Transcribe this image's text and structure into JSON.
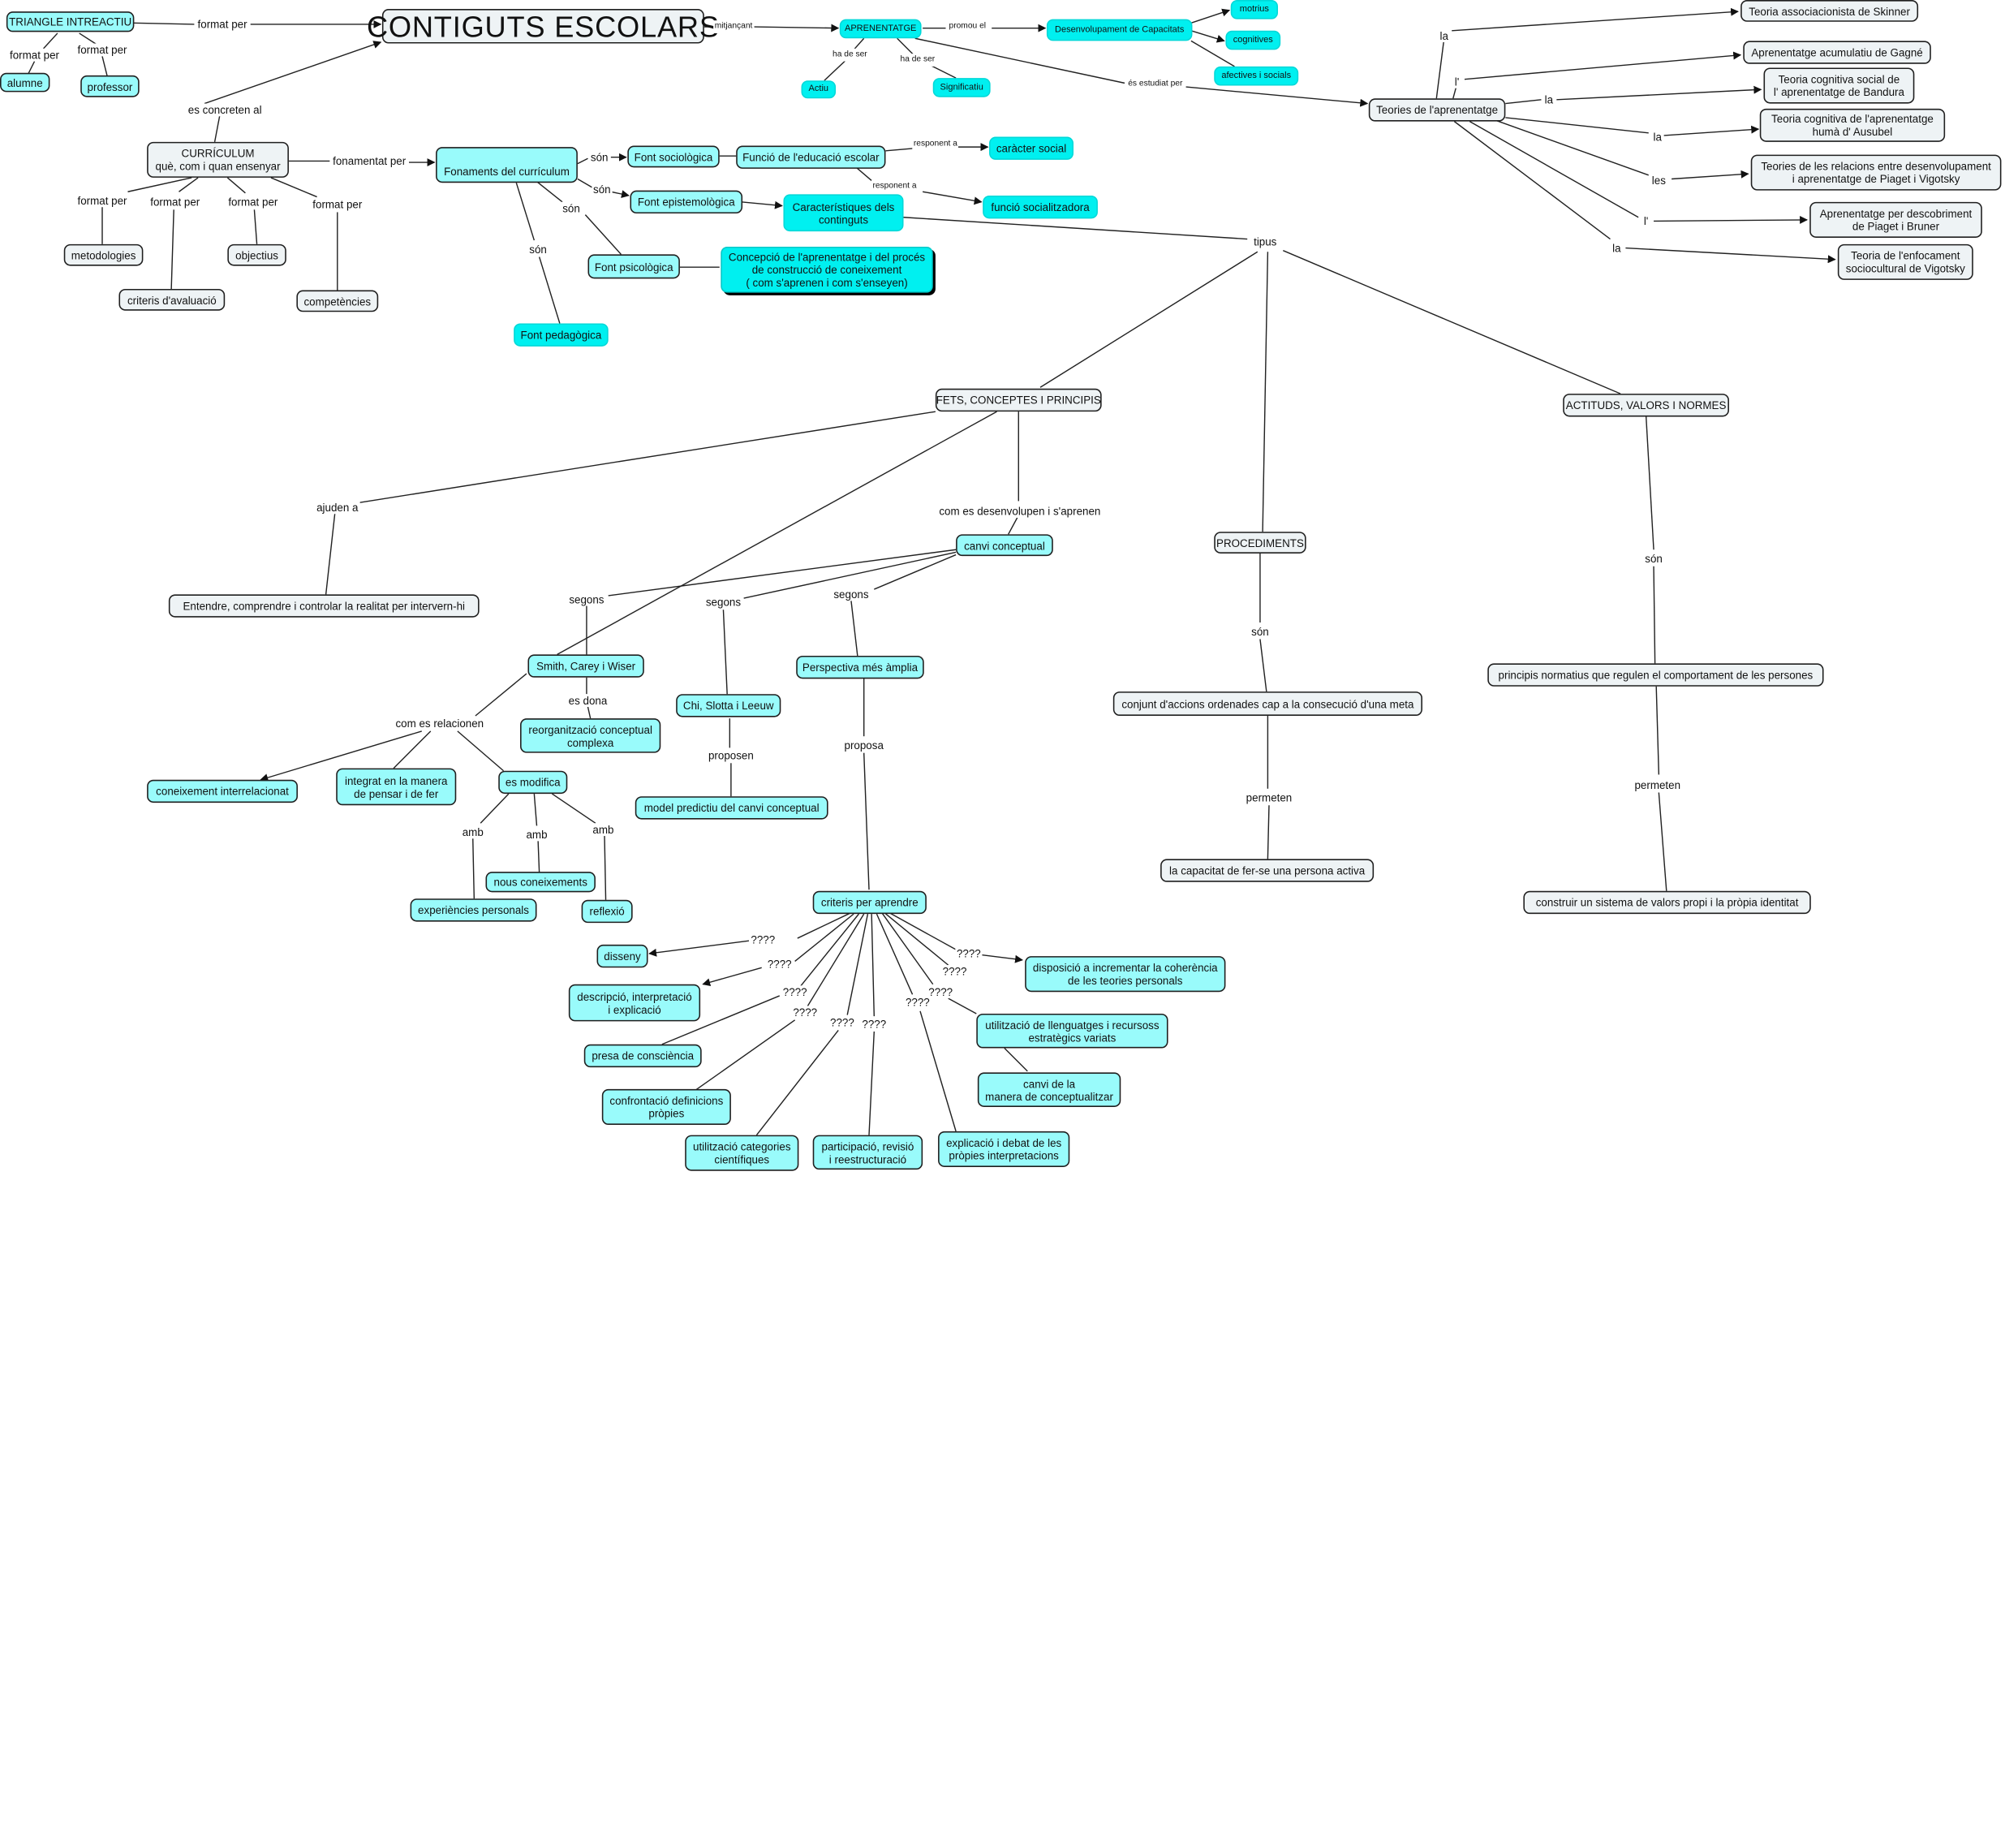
{
  "diagram": {
    "nodes": [
      {
        "id": "triangle",
        "text": "TRIANGLE INTREACTIU",
        "style": "c"
      },
      {
        "id": "alumne",
        "text": "alumne",
        "style": "c"
      },
      {
        "id": "professor",
        "text": "professor",
        "style": "c"
      },
      {
        "id": "title",
        "text": "CONTIGUTS ESCOLARS",
        "style": "g"
      },
      {
        "id": "curriculum",
        "text": "CURRÍCULUM\nquè, com i quan ensenyar",
        "style": "g"
      },
      {
        "id": "metodologies",
        "text": "metodologies",
        "style": "g"
      },
      {
        "id": "criteris_aval",
        "text": "criteris d'avaluació",
        "style": "g"
      },
      {
        "id": "objectius",
        "text": "objectius",
        "style": "g"
      },
      {
        "id": "competencies",
        "text": "competències",
        "style": "g"
      },
      {
        "id": "fonaments",
        "text": "Fonaments del currículum",
        "style": "c"
      },
      {
        "id": "font_soc",
        "text": "Font sociològica",
        "style": "c"
      },
      {
        "id": "font_epi",
        "text": "Font epistemològica",
        "style": "c"
      },
      {
        "id": "font_psi",
        "text": "Font psicològica",
        "style": "c"
      },
      {
        "id": "font_ped",
        "text": "Font pedagògica",
        "style": "c2"
      },
      {
        "id": "funcio",
        "text": "Funció de l'educació escolar",
        "style": "c"
      },
      {
        "id": "caracter",
        "text": "caràcter social",
        "style": "c2"
      },
      {
        "id": "funcio_soc",
        "text": "funció socialitzadora",
        "style": "c2"
      },
      {
        "id": "caract",
        "text": "Característiques dels\ncontinguts",
        "style": "c2"
      },
      {
        "id": "concepcio",
        "text": "Concepció de l'aprenentatge i del procés\nde construcció de coneixement\n( com s'aprenen i com s'enseyen)",
        "style": "c2"
      },
      {
        "id": "aprenentatge",
        "text": "APRENENTATGE",
        "style": "c2"
      },
      {
        "id": "actiu",
        "text": "Actiu",
        "style": "c2"
      },
      {
        "id": "significatiu",
        "text": "Significatiu",
        "style": "c2"
      },
      {
        "id": "desenvolupament",
        "text": "Desenvolupament de Capacitats",
        "style": "c2"
      },
      {
        "id": "motrius",
        "text": "motrius",
        "style": "c2"
      },
      {
        "id": "cognitives",
        "text": "cognitives",
        "style": "c2"
      },
      {
        "id": "afectives",
        "text": "afectives i socials",
        "style": "c2"
      },
      {
        "id": "teories",
        "text": "Teories de l'aprenentatge",
        "style": "g"
      },
      {
        "id": "skinner",
        "text": "Teoria associacionista de Skinner",
        "style": "g"
      },
      {
        "id": "gagne",
        "text": "Aprenentatge acumulatiu de Gagné",
        "style": "g"
      },
      {
        "id": "bandura",
        "text": "Teoria cognitiva social de\nl' aprenentatge de Bandura",
        "style": "g"
      },
      {
        "id": "ausubel",
        "text": "Teoria cognitiva de l'aprenentatge\nhumà d' Ausubel",
        "style": "g"
      },
      {
        "id": "piaget",
        "text": "Teories de les relacions entre desenvolupament\ni aprenentatge de Piaget i Vigotsky",
        "style": "g"
      },
      {
        "id": "bruner",
        "text": "Aprenentatge per descobriment\nde Piaget i Bruner",
        "style": "g"
      },
      {
        "id": "vigotsky",
        "text": "Teoria de l'enfocament\nsociocultural de Vigotsky",
        "style": "g"
      },
      {
        "id": "fets",
        "text": "FETS, CONCEPTES I PRINCIPIS",
        "style": "g"
      },
      {
        "id": "procediments",
        "text": "PROCEDIMENTS",
        "style": "g"
      },
      {
        "id": "actituds",
        "text": "ACTITUDS, VALORS I NORMES",
        "style": "g"
      },
      {
        "id": "entendre",
        "text": "Entendre, comprendre i controlar la realitat per intervern-hi",
        "style": "g"
      },
      {
        "id": "canvi",
        "text": "canvi conceptual",
        "style": "c"
      },
      {
        "id": "smith",
        "text": "Smith, Carey i Wiser",
        "style": "c"
      },
      {
        "id": "chi",
        "text": "Chi, Slotta i Leeuw",
        "style": "c"
      },
      {
        "id": "perspectiva",
        "text": "Perspectiva més àmplia",
        "style": "c"
      },
      {
        "id": "reorg",
        "text": "reorganització conceptual\ncomplexa",
        "style": "c"
      },
      {
        "id": "model",
        "text": "model predictiu del canvi conceptual",
        "style": "c"
      },
      {
        "id": "coneix_int",
        "text": "coneixement interrelacionat",
        "style": "c"
      },
      {
        "id": "integrat",
        "text": "integrat en la manera\nde pensar i de fer",
        "style": "c"
      },
      {
        "id": "modifica",
        "text": "es modifica",
        "style": "c"
      },
      {
        "id": "experiencies",
        "text": "experiències personals",
        "style": "c"
      },
      {
        "id": "nous",
        "text": "nous coneixements",
        "style": "c"
      },
      {
        "id": "reflexio",
        "text": "reflexió",
        "style": "c"
      },
      {
        "id": "criteris_apr",
        "text": "criteris per aprendre",
        "style": "c"
      },
      {
        "id": "disseny",
        "text": "disseny",
        "style": "c"
      },
      {
        "id": "descripcio",
        "text": "descripció, interpretació\ni explicació",
        "style": "c"
      },
      {
        "id": "presa",
        "text": "presa de consciència",
        "style": "c"
      },
      {
        "id": "confrontacio",
        "text": "confrontació definicions\npròpies",
        "style": "c"
      },
      {
        "id": "utilitzacio_cat",
        "text": "utilització categories\ncientífiques",
        "style": "c"
      },
      {
        "id": "participacio",
        "text": "participació, revisió\ni reestructuració",
        "style": "c"
      },
      {
        "id": "explicacio",
        "text": "explicació i debat de les\npròpies interpretacions",
        "style": "c"
      },
      {
        "id": "canvi_manera",
        "text": "canvi de la\nmanera de conceptualitzar",
        "style": "c"
      },
      {
        "id": "utilitzacio_ll",
        "text": "utilització de llenguatges i recursoss\nestratègics variats",
        "style": "c"
      },
      {
        "id": "disposicio",
        "text": "disposició a incrementar la coherència\nde les teories personals",
        "style": "c"
      },
      {
        "id": "conjunt",
        "text": "conjunt d'accions ordenades cap a la consecució d'una meta",
        "style": "g"
      },
      {
        "id": "capacitat",
        "text": "la capacitat de fer-se una persona activa",
        "style": "g"
      },
      {
        "id": "principis",
        "text": "principis normatius que regulen el comportament de les persones",
        "style": "g"
      },
      {
        "id": "construir",
        "text": "construir un sistema de valors propi i la pròpia identitat",
        "style": "g"
      }
    ],
    "labels": [
      {
        "id": "l_format1",
        "text": "format per"
      },
      {
        "id": "l_format2",
        "text": "format per"
      },
      {
        "id": "l_format3",
        "text": "format per"
      },
      {
        "id": "l_concreten",
        "text": "es concreten al"
      },
      {
        "id": "l_fm1",
        "text": "format per"
      },
      {
        "id": "l_fm2",
        "text": "format per"
      },
      {
        "id": "l_fm3",
        "text": "format per"
      },
      {
        "id": "l_fm4",
        "text": "format per"
      },
      {
        "id": "l_fonamentat",
        "text": "fonamentat per"
      },
      {
        "id": "l_son1",
        "text": "són"
      },
      {
        "id": "l_son2",
        "text": "són"
      },
      {
        "id": "l_son3",
        "text": "són"
      },
      {
        "id": "l_son4",
        "text": "són"
      },
      {
        "id": "l_responent1",
        "text": "responent a"
      },
      {
        "id": "l_responent2",
        "text": "responent a"
      },
      {
        "id": "l_tipus",
        "text": "tipus"
      },
      {
        "id": "l_mitjancant",
        "text": "mitjançant"
      },
      {
        "id": "l_hade1",
        "text": "ha de ser"
      },
      {
        "id": "l_hade2",
        "text": "ha de ser"
      },
      {
        "id": "l_promou",
        "text": "promou el"
      },
      {
        "id": "l_estudiat",
        "text": "és estudiat per"
      },
      {
        "id": "l_la1",
        "text": "la"
      },
      {
        "id": "l_l1",
        "text": "l'"
      },
      {
        "id": "l_la2",
        "text": "la"
      },
      {
        "id": "l_la3",
        "text": "la"
      },
      {
        "id": "l_les",
        "text": "les"
      },
      {
        "id": "l_l2",
        "text": "l'"
      },
      {
        "id": "l_la4",
        "text": "la"
      },
      {
        "id": "l_ajuden",
        "text": "ajuden a"
      },
      {
        "id": "l_comdesen",
        "text": "com es desenvolupen i s'aprenen"
      },
      {
        "id": "l_segons1",
        "text": "segons"
      },
      {
        "id": "l_segons2",
        "text": "segons"
      },
      {
        "id": "l_segons3",
        "text": "segons"
      },
      {
        "id": "l_esdona",
        "text": "es dona"
      },
      {
        "id": "l_comrel",
        "text": "com es relacionen"
      },
      {
        "id": "l_proposen",
        "text": "proposen"
      },
      {
        "id": "l_proposa",
        "text": "proposa"
      },
      {
        "id": "l_amb1",
        "text": "amb"
      },
      {
        "id": "l_amb2",
        "text": "amb"
      },
      {
        "id": "l_amb3",
        "text": "amb"
      },
      {
        "id": "l_son_proc",
        "text": "són"
      },
      {
        "id": "l_permeten1",
        "text": "permeten"
      },
      {
        "id": "l_son_act",
        "text": "són"
      },
      {
        "id": "l_permeten2",
        "text": "permeten"
      },
      {
        "id": "q1",
        "text": "????"
      },
      {
        "id": "q2",
        "text": "????"
      },
      {
        "id": "q3",
        "text": "????"
      },
      {
        "id": "q4",
        "text": "????"
      },
      {
        "id": "q5",
        "text": "????"
      },
      {
        "id": "q6",
        "text": "????"
      },
      {
        "id": "q7",
        "text": "????"
      },
      {
        "id": "q8",
        "text": "????"
      },
      {
        "id": "q9",
        "text": "????"
      },
      {
        "id": "q10",
        "text": "????"
      }
    ]
  }
}
